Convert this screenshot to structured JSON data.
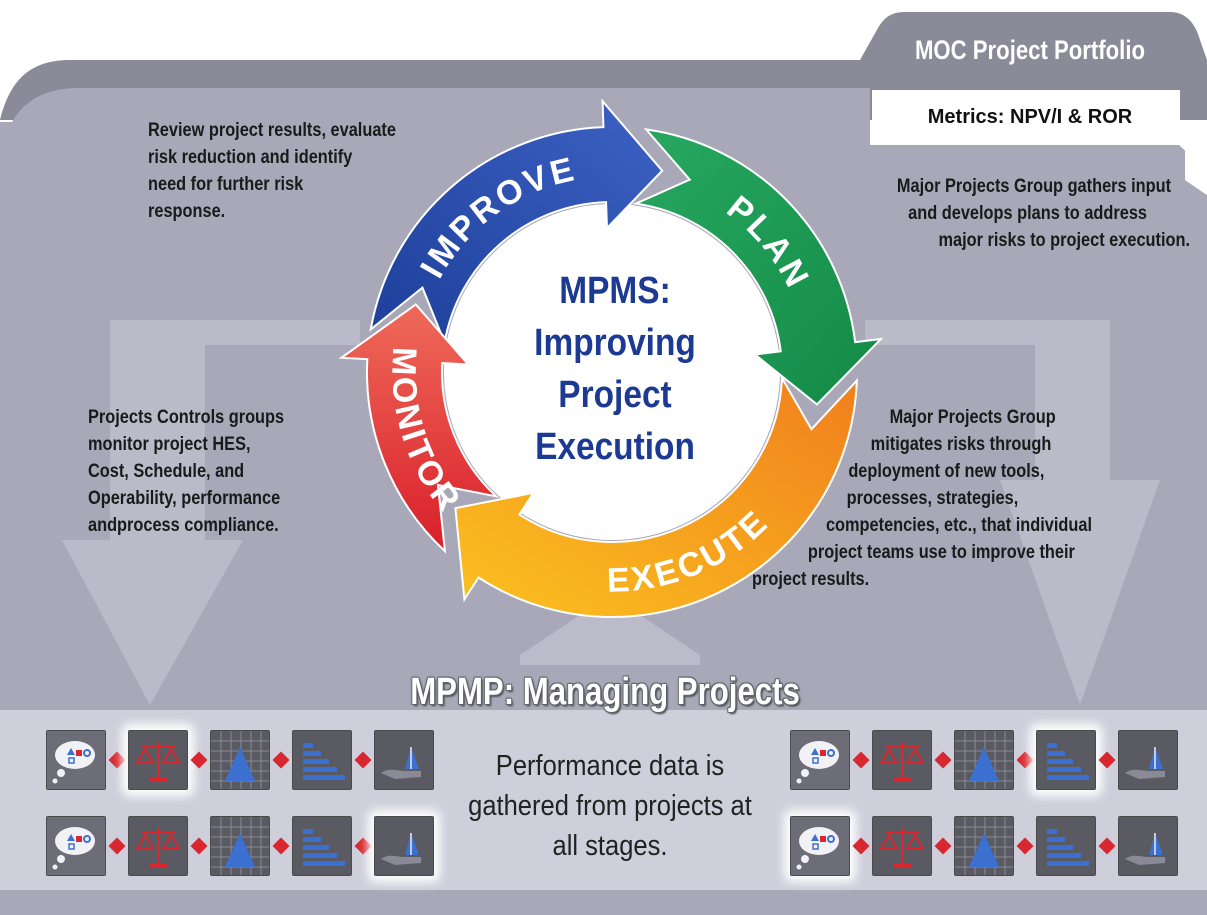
{
  "portfolio": {
    "title": "MOC Project Portfolio",
    "metrics": "Metrics: NPV/I & ROR"
  },
  "cycle": {
    "center_title": [
      "MPMS:",
      "Improving",
      "Project",
      "Execution"
    ],
    "segments": {
      "improve": "IMPROVE",
      "plan": "PLAN",
      "execute": "EXECUTE",
      "monitor": "MONITOR"
    }
  },
  "descriptions": {
    "improve": [
      "Review project results, evaluate",
      "risk reduction and identify",
      "need for further risk",
      "response."
    ],
    "plan": [
      "Major Projects Group gathers input",
      "and develops plans to address",
      "major risks to project execution."
    ],
    "monitor": [
      "Projects Controls groups",
      "monitor project HES,",
      "Cost, Schedule, and",
      "Operability, performance",
      "andprocess compliance."
    ],
    "execute": [
      "Major Projects Group",
      "mitigates risks through",
      "deployment of new tools,",
      "processes, strategies,",
      "competencies, etc., that individual",
      "project teams use to improve their",
      "project results."
    ]
  },
  "managing": {
    "title": "MPMP: Managing Projects",
    "note": [
      "Performance data is",
      "gathered from projects at",
      "all stages."
    ]
  },
  "colors": {
    "improve": "#2b4fa8",
    "plan": "#1fa35a",
    "execute": "#f39a1e",
    "monitor": "#e63a2e",
    "panel": "#a8a8b8",
    "tab": "#8a8a98",
    "text_blue": "#1c3a93"
  }
}
